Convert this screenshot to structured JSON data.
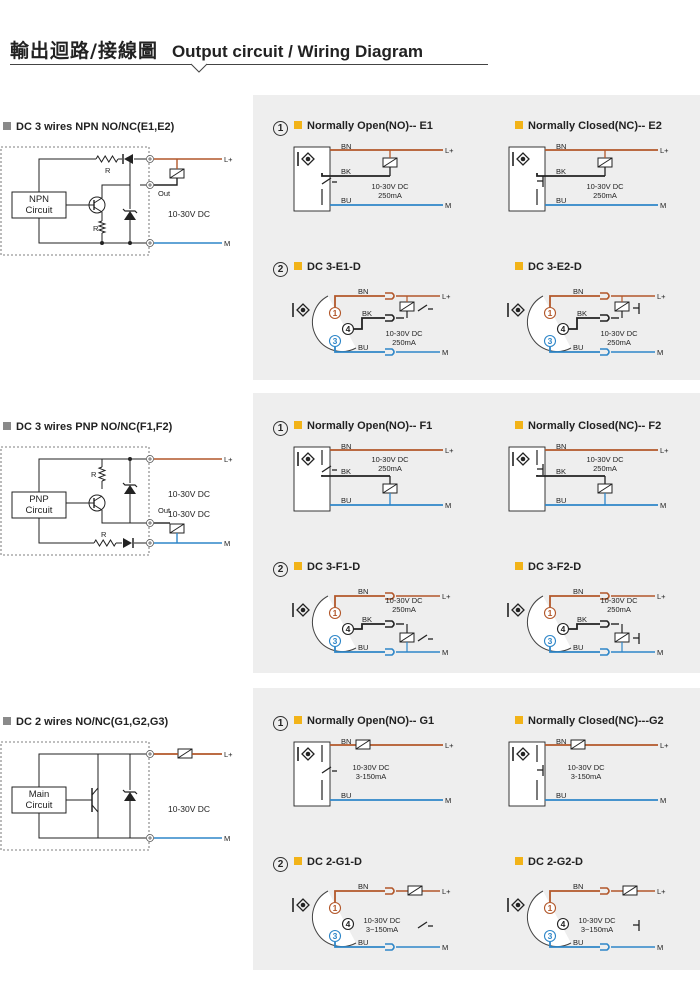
{
  "header": {
    "title_zh": "輸出迴路/接線圖",
    "title_en": "Output circuit / Wiring Diagram"
  },
  "colors": {
    "brown": "#b2572a",
    "blue": "#2e86c8",
    "black": "#222222",
    "orange": "#f2b318",
    "panel": "#eeeeee"
  },
  "sections": [
    {
      "id": "npn",
      "left_title": "DC 3 wires NPN NO/NC(E1,E2)",
      "circuit_label": [
        "NPN",
        "Circuit"
      ],
      "voltage": "10-30V DC",
      "terms": {
        "plus": "L+",
        "minus": "M",
        "out": "Out",
        "r": "R"
      },
      "row1_num": "①",
      "no_title": "Normally Open(NO)-- E1",
      "nc_title": "Normally Closed(NC)-- E2",
      "row2_num": "②",
      "d1_title": "DC 3-E1-D",
      "d2_title": "DC 3-E2-D"
    },
    {
      "id": "pnp",
      "left_title": "DC 3 wires PNP NO/NC(F1,F2)",
      "circuit_label": [
        "PNP",
        "Circuit"
      ],
      "voltage": "10-30V DC",
      "terms": {
        "plus": "L+",
        "minus": "M",
        "out": "Out",
        "r": "R"
      },
      "row1_num": "①",
      "no_title": "Normally Open(NO)-- F1",
      "nc_title": "Normally Closed(NC)-- F2",
      "row2_num": "②",
      "d1_title": "DC 3-F1-D",
      "d2_title": "DC 3-F2-D"
    },
    {
      "id": "two",
      "left_title": "DC 2 wires NO/NC(G1,G2,G3)",
      "circuit_label": [
        "Main",
        "Circuit"
      ],
      "voltage": "10-30V DC",
      "terms": {
        "plus": "L+",
        "minus": "M"
      },
      "row1_num": "①",
      "no_title": "Normally Open(NO)-- G1",
      "nc_title": "Normally Closed(NC)---G2",
      "row2_num": "②",
      "d1_title": "DC 2-G1-D",
      "d2_title": "DC 2-G2-D"
    }
  ],
  "wires": {
    "bn": "BN",
    "bk": "BK",
    "bu": "BU",
    "lplus": "L+",
    "m": "M"
  },
  "ratings": {
    "three_wire": [
      "10-30V DC",
      "250mA"
    ],
    "two_wire": [
      "10-30V DC",
      "3-150mA"
    ],
    "two_wire_d": [
      "10-30V DC",
      "3~150mA"
    ]
  },
  "pins": {
    "p1": "1",
    "p3": "3",
    "p4": "4"
  }
}
